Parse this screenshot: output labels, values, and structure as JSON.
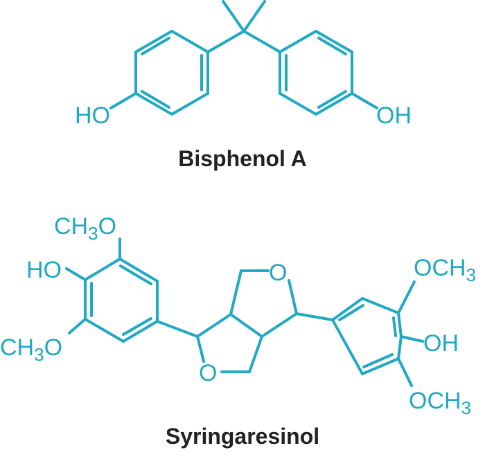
{
  "molecules": [
    {
      "name": "Bisphenol A",
      "labels": {
        "hydroxyl_left": "HO",
        "hydroxyl_right": "OH"
      }
    },
    {
      "name": "Syringaresinol",
      "labels": {
        "methoxy_top_left": "CH",
        "methoxy_top_left_sub": "3",
        "methoxy_top_left_o": "O",
        "hydroxyl_left": "HO",
        "methoxy_bottom_left": "CH",
        "methoxy_bottom_left_sub": "3",
        "methoxy_bottom_left_o": "O",
        "ring_oxygen_top": "O",
        "ring_oxygen_bottom": "O",
        "methoxy_top_right": "OCH",
        "methoxy_top_right_sub": "3",
        "hydroxyl_right": "OH",
        "methoxy_bottom_right": "OCH",
        "methoxy_bottom_right_sub": "3"
      }
    }
  ],
  "colors": {
    "structure": "#1fa9c2",
    "caption": "#222222"
  }
}
